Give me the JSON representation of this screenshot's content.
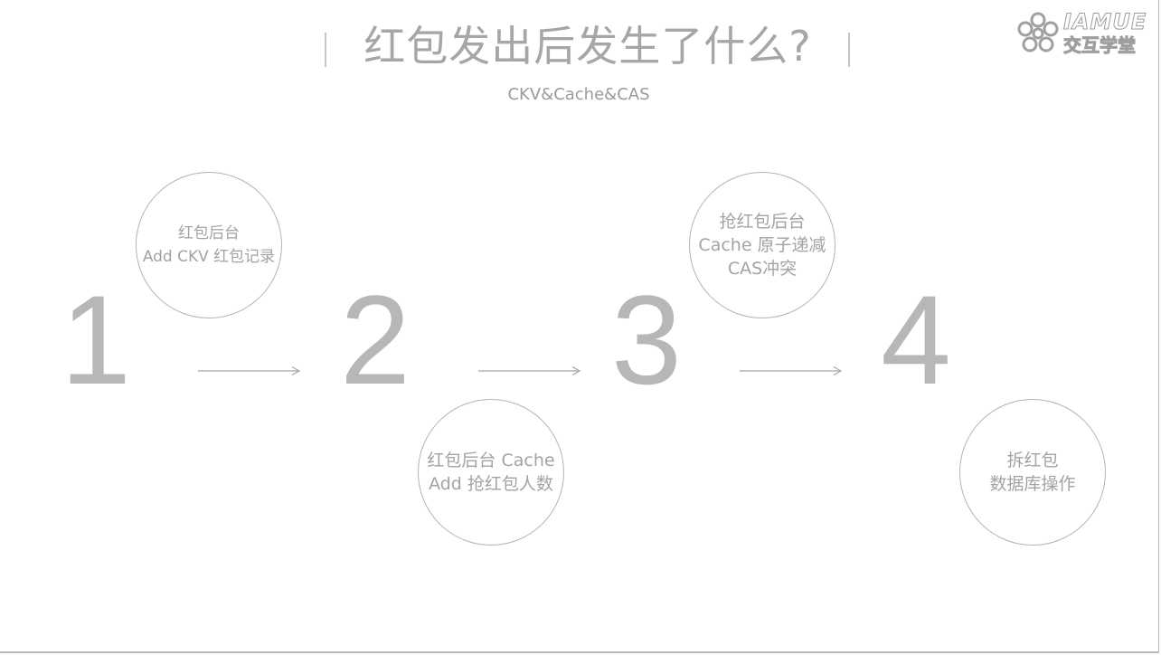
{
  "title": "红包发出后发生了什么?",
  "subtitle": "CKV&Cache&CAS",
  "logo": {
    "line1": "IAMUE",
    "line2": "交互学堂"
  },
  "steps": [
    {
      "number": "1",
      "lines": [
        "红包后台",
        "Add CKV 红包记录"
      ]
    },
    {
      "number": "2",
      "lines": [
        "红包后台 Cache",
        "Add 抢红包人数"
      ]
    },
    {
      "number": "3",
      "lines": [
        "抢红包后台",
        "Cache 原子递减",
        "CAS冲突"
      ]
    },
    {
      "number": "4",
      "lines": [
        "拆红包",
        "数据库操作"
      ]
    }
  ],
  "colors": {
    "text": "#a9a9a9",
    "numbers": "#b7b7b7",
    "lines": "#b3b3b3"
  },
  "icons": {
    "logo": "flower-logo-icon",
    "arrow": "right-arrow-icon"
  }
}
